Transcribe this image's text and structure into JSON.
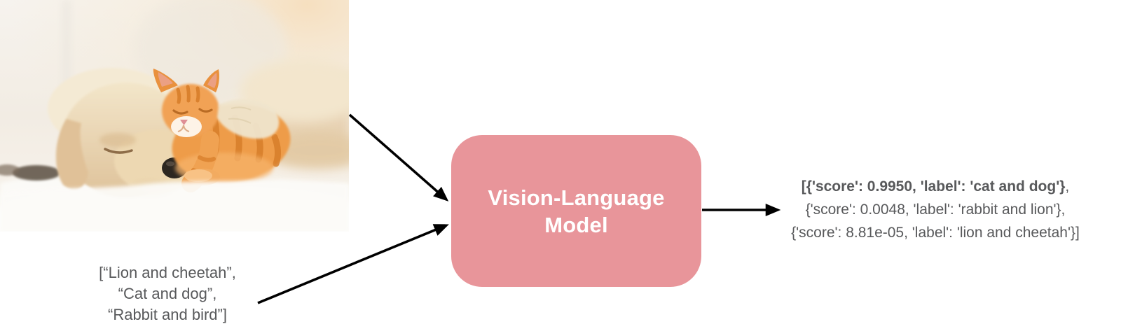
{
  "photo": {
    "alt": "sleeping cream puppy with orange tabby kitten on white blanket"
  },
  "input_text": {
    "lines": [
      "[“Lion and cheetah”,",
      "“Cat and dog”,",
      "“Rabbit and bird”]"
    ],
    "text_color": "#58595B"
  },
  "model": {
    "label": "Vision-Language\nModel",
    "fill_color": "#E8959A",
    "label_color": "#FFFFFF"
  },
  "output": {
    "line1_bold": "[{'score': 0.9950, 'label': 'cat and dog'}",
    "line1_tail": ",",
    "line2": "{'score': 0.0048, 'label': 'rabbit and lion'},",
    "line3": "{'score': 8.81e-05, 'label': 'lion and cheetah'}]",
    "text_color": "#58595B"
  },
  "arrows": {
    "color": "#000000"
  }
}
